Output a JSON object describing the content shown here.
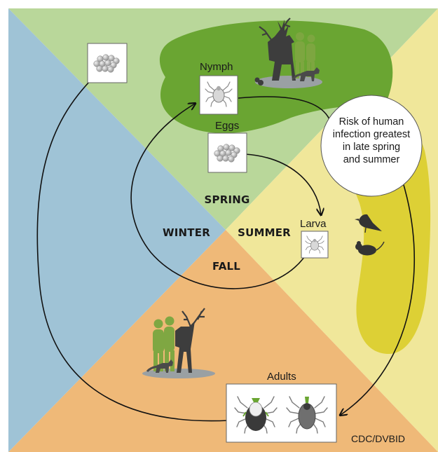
{
  "seasons": {
    "spring": "SPRING",
    "summer": "SUMMER",
    "fall": "FALL",
    "winter": "WINTER"
  },
  "stages": {
    "nymph": "Nymph",
    "eggs": "Eggs",
    "larva": "Larva",
    "adults": "Adults"
  },
  "risk_note": {
    "line1": "Risk of human",
    "line2": "infection greatest",
    "line3": "in late spring",
    "line4": "and summer"
  },
  "credit": "CDC/DVBID",
  "colors": {
    "winter": "#9fc3d6",
    "spring": "#b9d79a",
    "summer": "#f0e79a",
    "fall": "#efb978",
    "nymph_host_zone": "#6aa532",
    "larva_host_zone": "#ddd035",
    "host_silhouette": "#3d3d3d",
    "human_silhouette": "#7fa742",
    "tick_egg": "#bdbdbd"
  },
  "icons": [
    "eggs-icon",
    "tick-icon",
    "deer-icon",
    "human-icon",
    "fox-icon",
    "bird-icon",
    "mouse-icon",
    "rock-icon"
  ]
}
